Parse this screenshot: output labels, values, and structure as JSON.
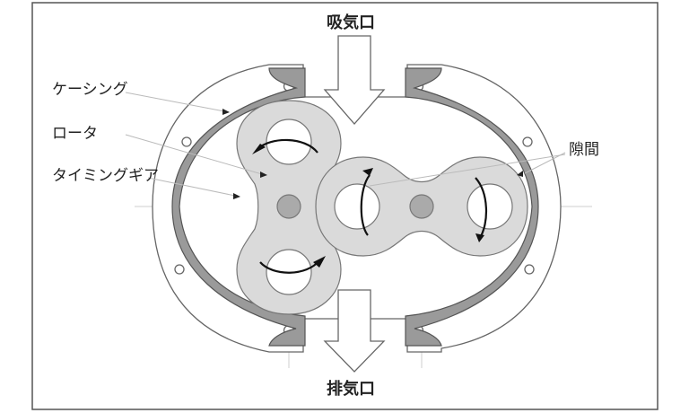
{
  "labels": {
    "intake": "吸気口",
    "exhaust": "排気口",
    "casing": "ケーシング",
    "rotor": "ロータ",
    "timing_gear": "タイミングギア",
    "clearance": "隙間"
  },
  "colors": {
    "frame": "#555555",
    "casing_fill": "#8e8e8e",
    "rotor_fill": "#dcdcdc",
    "hub_fill": "#aaaaaa",
    "arrow_fill": "#ffffff",
    "guide": "#c8c8c8",
    "ink": "#222222"
  }
}
